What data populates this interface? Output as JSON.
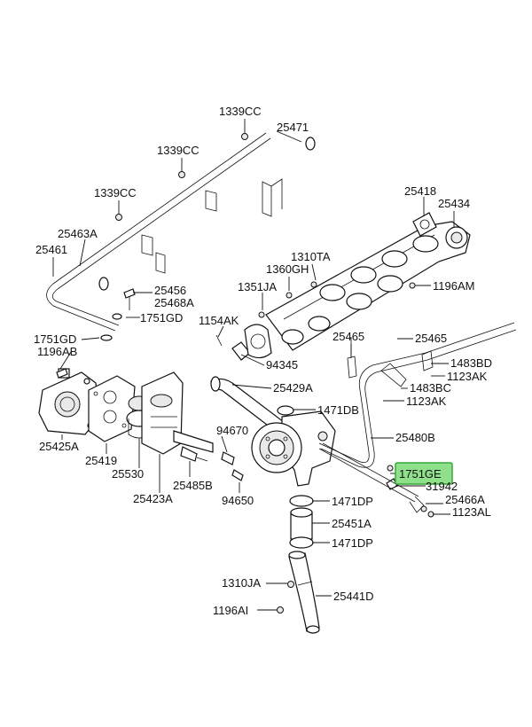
{
  "highlight_color": "#8fe08a",
  "highlight_border": "#3aa836",
  "parts": {
    "p1339cc_a": "1339CC",
    "p25471": "25471",
    "p1339cc_b": "1339CC",
    "p1339cc_c": "1339CC",
    "p25418": "25418",
    "p25434": "25434",
    "p25463a": "25463A",
    "p25461": "25461",
    "p1310ta": "1310TA",
    "p1360gh": "1360GH",
    "p1351ja": "1351JA",
    "p1196am": "1196AM",
    "p25456": "25456",
    "p25468a": "25468A",
    "p1751gd_a": "1751GD",
    "p1154ak": "1154AK",
    "p1751gd_b": "1751GD",
    "p1196ab": "1196AB",
    "p25465_a": "25465",
    "p25465_b": "25465",
    "p94345": "94345",
    "p1483bd": "1483BD",
    "p1123ak_a": "1123AK",
    "p25429a": "25429A",
    "p1483bc": "1483BC",
    "p1123ak_b": "1123AK",
    "p1471db": "1471DB",
    "p25425a": "25425A",
    "p25419": "25419",
    "p94670": "94670",
    "p25480b": "25480B",
    "p25530": "25530",
    "p1751ge": "1751GE",
    "p25485b": "25485B",
    "p31942": "31942",
    "p25423a": "25423A",
    "p94650": "94650",
    "p1471dp_a": "1471DP",
    "p25466a": "25466A",
    "p1123al": "1123AL",
    "p25451a": "25451A",
    "p1471dp_b": "1471DP",
    "p1310ja": "1310JA",
    "p25441d": "25441D",
    "p1196ai": "1196AI"
  }
}
